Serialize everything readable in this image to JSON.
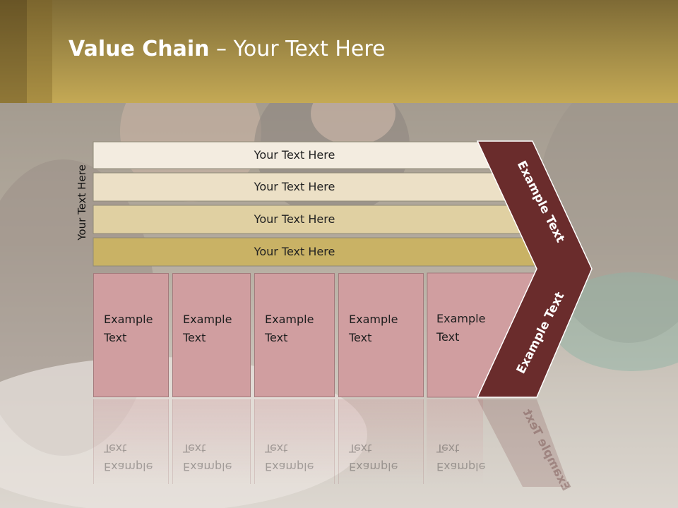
{
  "slide": {
    "title_bold": "Value Chain",
    "title_rest": " – Your Text Here",
    "side_label": "Your Text Here",
    "bars": [
      {
        "label": "Your Text Here",
        "color": "#f3ece0"
      },
      {
        "label": "Your Text Here",
        "color": "#ece0c6"
      },
      {
        "label": "Your Text Here",
        "color": "#e0d0a2"
      },
      {
        "label": "Your Text Here",
        "color": "#c9b265"
      }
    ],
    "columns": [
      {
        "label": "Example\nText"
      },
      {
        "label": "Example\nText"
      },
      {
        "label": "Example\nText"
      },
      {
        "label": "Example\nText"
      },
      {
        "label": "Example\nText"
      }
    ],
    "chevron_top_label": "Example Text",
    "chevron_bottom_label": "Example Text",
    "chevron_color": "#6a2c2c",
    "column_color": "#d09ea0"
  }
}
